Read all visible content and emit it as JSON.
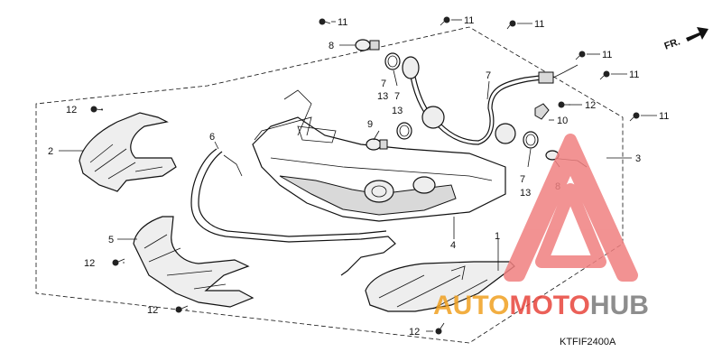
{
  "direction_label": "FR.",
  "diagram_code": "KTFIF2400A",
  "watermark": {
    "part1": "AUTO",
    "part2": "MOTO",
    "part3": "HUB",
    "color_orange": "#f0a020",
    "color_red": "#e8453c",
    "color_gray": "#7a7a7a",
    "triangle_color": "#f08080"
  },
  "callouts": {
    "c1": "1",
    "c2": "2",
    "c3": "3",
    "c4": "4",
    "c5": "5",
    "c6": "6",
    "c7a": "7",
    "c7b": "7",
    "c7c": "7",
    "c7d": "7",
    "c8a": "8",
    "c8b": "8",
    "c9": "9",
    "c10": "10",
    "c11a": "11",
    "c11b": "11",
    "c11c": "11",
    "c11d": "11",
    "c11e": "11",
    "c11f": "11",
    "c12a": "12",
    "c12b": "12",
    "c12c": "12",
    "c12d": "12",
    "c12e": "12",
    "c13a": "13",
    "c13b": "13",
    "c13c": "13"
  }
}
